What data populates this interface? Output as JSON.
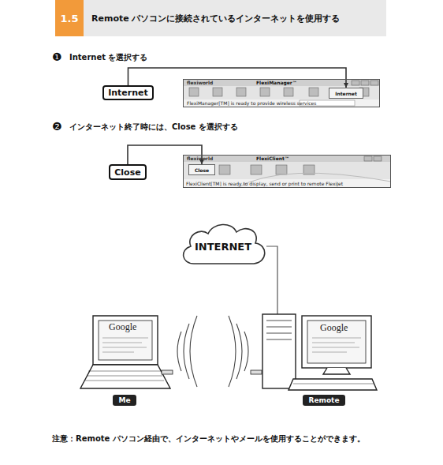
{
  "diagram": {
    "title": "Remote パソコンに接続されているインターネットを使用する",
    "nodes": [
      {
        "text": [
          "1.5"
        ]
      },
      {
        "text": [
          "Internet"
        ]
      },
      {
        "text": [
          "flexiworld",
          "FlexiManager™",
          "FlexiManager[TM] is ready to provide wireless services"
        ]
      },
      {
        "text": [
          "Internet"
        ],
        "in": 2
      },
      {
        "text": [
          "Close"
        ]
      },
      {
        "text": [
          "flexiworld",
          "FlexiClient™",
          "FlexiClient[TM] is ready to display, send or print to remote FlexiJet"
        ]
      },
      {
        "text": [
          "Close"
        ],
        "in": 5
      },
      {
        "text": [
          "INTERNET"
        ]
      },
      {
        "text": [
          "Me"
        ]
      },
      {
        "text": [
          "Remote"
        ]
      }
    ],
    "edges": [
      {
        "from": 1,
        "to": 3,
        "arrow": "to"
      },
      {
        "from": 4,
        "to": 6,
        "arrow": "to"
      }
    ],
    "labels": [
      "❶",
      "Internet を選択する",
      "❷",
      "インターネット終了時には、Close を選択する",
      "Google",
      "Google",
      "注意：Remote パソコン経由で、インターネットやメールを使用することができます。"
    ]
  }
}
